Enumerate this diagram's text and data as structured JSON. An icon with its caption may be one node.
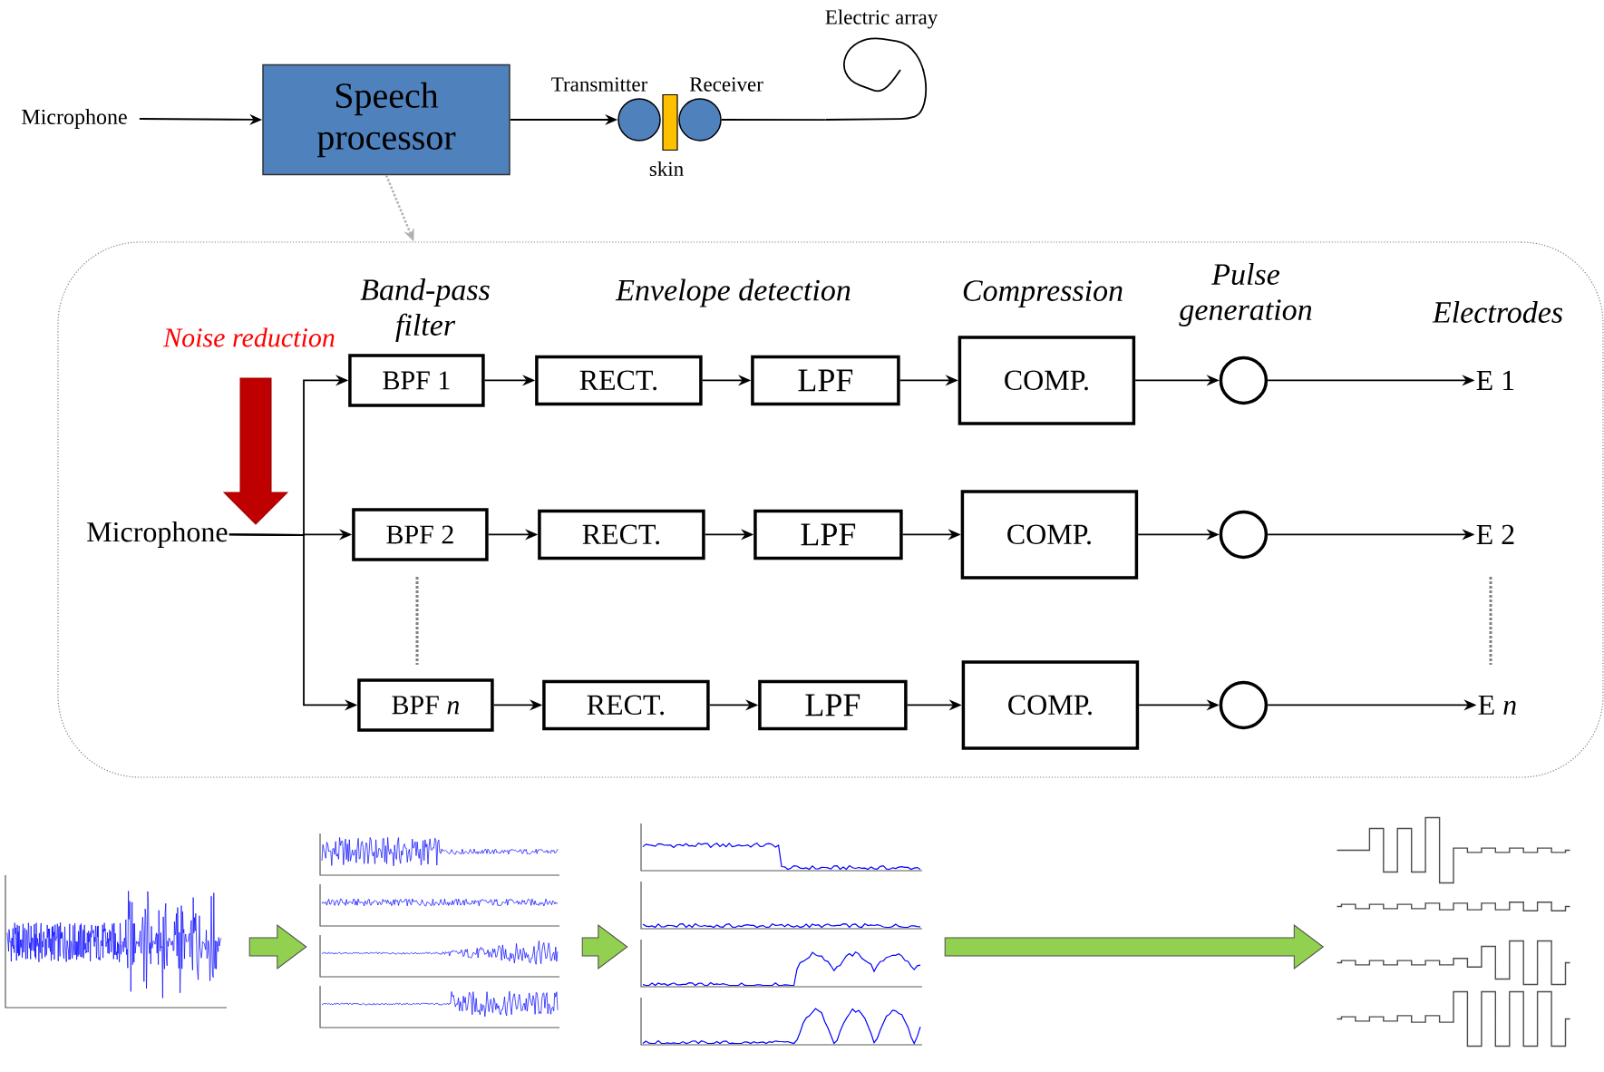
{
  "diagram": {
    "nodes": [
      {
        "text": [
          "Microphone"
        ]
      },
      {
        "text": [
          "Speech processor"
        ]
      },
      {
        "text": [],
        "shape": "circle",
        "beside": [
          "Transmitter"
        ]
      },
      {
        "text": [],
        "shape": "bar",
        "beside": [
          "skin"
        ]
      },
      {
        "text": [],
        "shape": "circle",
        "beside": [
          "Receiver"
        ]
      },
      {
        "text": [],
        "shape": "picture",
        "beside": [
          "Electric array"
        ]
      },
      {
        "text": [],
        "shape": "box"
      },
      {
        "text": [
          "Microphone"
        ],
        "in": 6
      },
      {
        "text": [
          "BPF 1"
        ],
        "in": 6
      },
      {
        "text": [
          "RECT."
        ],
        "in": 6
      },
      {
        "text": [
          "LPF"
        ],
        "in": 6
      },
      {
        "text": [
          "COMP."
        ],
        "in": 6
      },
      {
        "text": [],
        "shape": "circle",
        "in": 6
      },
      {
        "text": [
          "E 1"
        ],
        "in": 6
      },
      {
        "text": [
          "BPF 2"
        ],
        "in": 6
      },
      {
        "text": [
          "RECT."
        ],
        "in": 6
      },
      {
        "text": [
          "LPF"
        ],
        "in": 6
      },
      {
        "text": [
          "COMP."
        ],
        "in": 6
      },
      {
        "text": [],
        "shape": "circle",
        "in": 6
      },
      {
        "text": [
          "E 2"
        ],
        "in": 6
      },
      {
        "text": [
          "BPF *n*"
        ],
        "in": 6
      },
      {
        "text": [
          "RECT."
        ],
        "in": 6
      },
      {
        "text": [
          "LPF"
        ],
        "in": 6
      },
      {
        "text": [
          "COMP."
        ],
        "in": 6
      },
      {
        "text": [],
        "shape": "circle",
        "in": 6
      },
      {
        "text": [
          "E *n*"
        ],
        "in": 6
      },
      {
        "text": [],
        "shape": "picture"
      },
      {
        "text": [],
        "shape": "picture"
      },
      {
        "text": [],
        "shape": "picture"
      },
      {
        "text": [],
        "shape": "picture"
      }
    ],
    "edges": [
      {
        "from": 0,
        "to": 1,
        "arrow": "to"
      },
      {
        "from": 1,
        "to": 2,
        "arrow": "to"
      },
      {
        "from": 4,
        "to": 5,
        "arrow": "none"
      },
      {
        "from": 1,
        "to": 6,
        "arrow": "to",
        "style": "dashed",
        "color": "#b0b0b0"
      },
      {
        "from": 7,
        "to": 8,
        "arrow": "to"
      },
      {
        "from": 7,
        "to": 14,
        "arrow": "to"
      },
      {
        "from": 7,
        "to": 20,
        "arrow": "to"
      },
      {
        "from": 8,
        "to": 9,
        "arrow": "to"
      },
      {
        "from": 9,
        "to": 10,
        "arrow": "to"
      },
      {
        "from": 10,
        "to": 11,
        "arrow": "to"
      },
      {
        "from": 11,
        "to": 12,
        "arrow": "to"
      },
      {
        "from": 12,
        "to": 13,
        "arrow": "to"
      },
      {
        "from": 14,
        "to": 15,
        "arrow": "to"
      },
      {
        "from": 15,
        "to": 16,
        "arrow": "to"
      },
      {
        "from": 16,
        "to": 17,
        "arrow": "to"
      },
      {
        "from": 17,
        "to": 18,
        "arrow": "to"
      },
      {
        "from": 18,
        "to": 19,
        "arrow": "to"
      },
      {
        "from": 20,
        "to": 21,
        "arrow": "to"
      },
      {
        "from": 21,
        "to": 22,
        "arrow": "to"
      },
      {
        "from": 22,
        "to": 23,
        "arrow": "to"
      },
      {
        "from": 23,
        "to": 24,
        "arrow": "to"
      },
      {
        "from": 24,
        "to": 25,
        "arrow": "to"
      },
      {
        "from": 26,
        "to": 27,
        "arrow": "to",
        "style": "thick",
        "color": "#92d050"
      },
      {
        "from": 27,
        "to": 28,
        "arrow": "to",
        "style": "thick",
        "color": "#92d050"
      },
      {
        "from": 28,
        "to": 29,
        "arrow": "to",
        "style": "thick",
        "color": "#92d050"
      }
    ],
    "labels": [
      "Band-pass filter",
      "Envelope detection",
      "Compression",
      "Pulse generation",
      "Electrodes",
      "Noise reduction"
    ]
  }
}
